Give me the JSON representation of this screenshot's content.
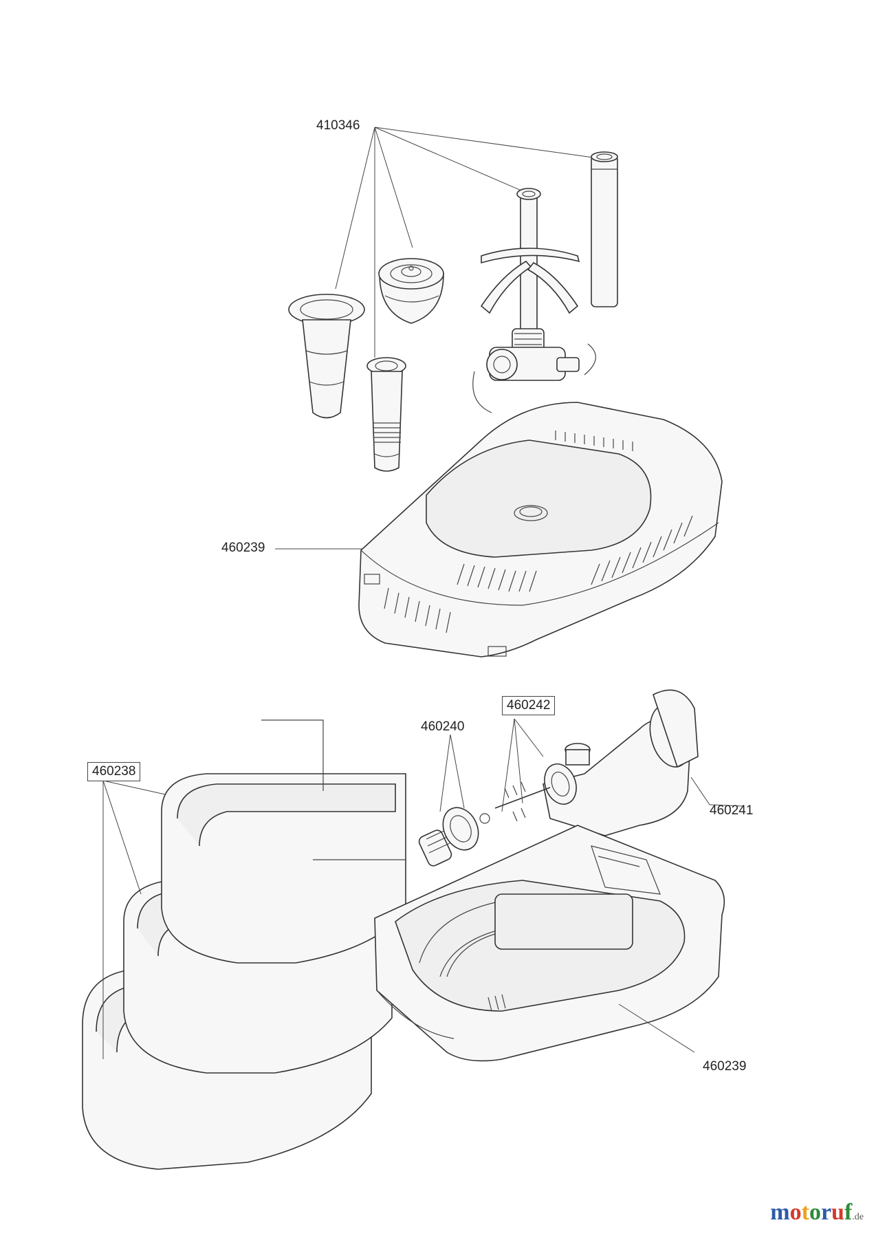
{
  "parts": {
    "nozzle_set": "410346",
    "housing_top": "460239",
    "impeller_shaft": "460242",
    "impeller": "460240",
    "cascade_bowls": "460238",
    "pump_body": "460241",
    "housing_bottom": "460239"
  },
  "watermark": {
    "letters": [
      "m",
      "o",
      "t",
      "o",
      "r",
      "u",
      "f"
    ],
    "colors": [
      "#2e5aa8",
      "#d33a2c",
      "#f0a11b",
      "#2e8b3a",
      "#2e5aa8",
      "#d33a2c",
      "#2e8b3a"
    ],
    "suffix": ".de"
  }
}
